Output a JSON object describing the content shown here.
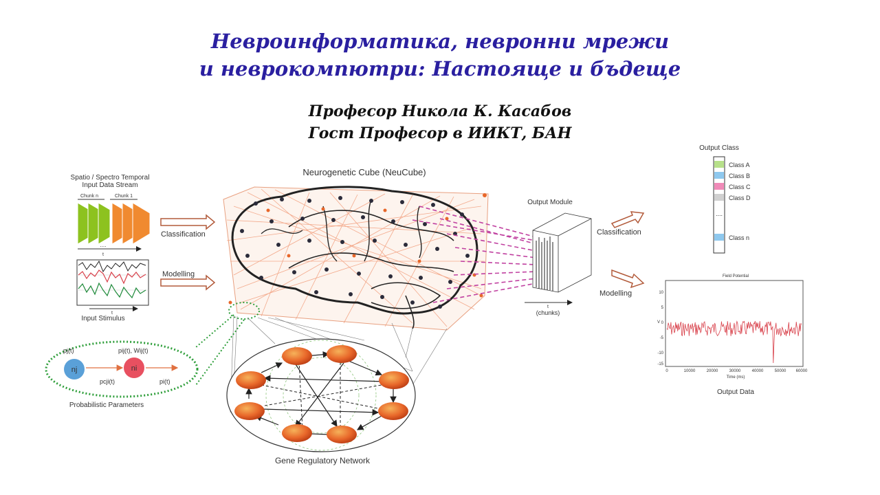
{
  "slide": {
    "title_line1": "Невроинформатика, невронни мрежи",
    "title_line2": "и неврокомпютри: Настояще и бъдеще",
    "author_line1": "Професор Никола К. Касабов",
    "author_line2": "Гост Професор в ИИКТ, БАН"
  },
  "diagram": {
    "input_stream_line1": "Spatio / Spectro Temporal",
    "input_stream_line2": "Input Data Stream",
    "chunk_n": "Chunk n",
    "chunk_1": "Chunk 1",
    "t_label": "t",
    "dots": "....",
    "classification_left": "Classification",
    "modelling_left": "Modelling",
    "input_stimulus": "Input Stimulus",
    "cube_title": "Neurogenetic Cube  (NeuCube)",
    "output_module": "Output Module",
    "chunks_t": "t",
    "chunks": "(chunks)",
    "classification_right": "Classification",
    "modelling_right": "Modelling",
    "output_class": "Output Class",
    "classes": [
      "Class A",
      "Class B",
      "Class C",
      "Class D",
      "Class n"
    ],
    "output_data": "Output Data",
    "gene_network": "Gene Regulatory Network",
    "prob_params": "Probabilistic Parameters",
    "pj": "pj(t)",
    "nj": "nj",
    "ni": "ni",
    "pij_w": "pij(t), Wij(t)",
    "pcji": "pcji(t)",
    "pi": "pi(t)",
    "plot_title": "Field Potential",
    "plot_y_ticks": [
      "10",
      "5",
      "0",
      "-5",
      "-10",
      "-15"
    ],
    "plot_x_ticks": [
      "0",
      "10000",
      "20000",
      "30000",
      "40000",
      "50000",
      "60000"
    ],
    "plot_xlabel": "Time (ms)",
    "plot_ylabel": "V"
  },
  "colors": {
    "title": "#2a1fa0",
    "green_block": "#8dc21f",
    "orange_block": "#f08a30",
    "arrow_outline": "#b25a3a",
    "neuron_orange": "#e8672a",
    "dashed_magenta": "#c040a0",
    "dotted_green": "#2e9e3a",
    "signal_red": "#d8404a"
  }
}
